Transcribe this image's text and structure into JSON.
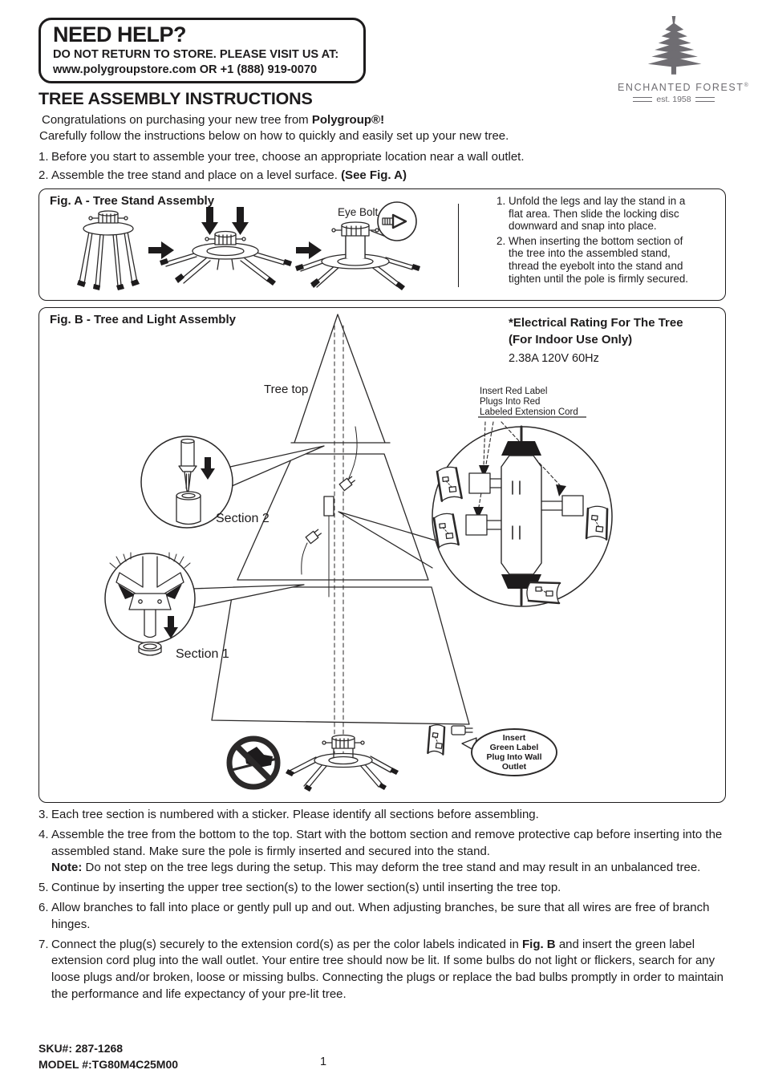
{
  "help_box": {
    "title": "NEED HELP?",
    "line1": "DO NOT RETURN TO STORE. PLEASE VISIT US AT:",
    "line2": "www.polygroupstore.com OR +1 (888) 919-0070"
  },
  "logo": {
    "brand": "ENCHANTED FOREST",
    "reg": "®",
    "est": "est. 1958"
  },
  "title": "TREE ASSEMBLY INSTRUCTIONS",
  "intro": {
    "line1_pre": "Congratulations on purchasing your new tree from ",
    "line1_bold": "Polygroup®!",
    "line2": "Carefully follow the instructions below on how to quickly and easily set up your new tree."
  },
  "steps_top": {
    "s1_num": "1.",
    "s1": "Before you start to assemble your tree, choose an appropriate location near a wall outlet.",
    "s2_num": "2.",
    "s2_pre": "Assemble the tree stand and place on a level surface. ",
    "s2_bold": "(See Fig. A)"
  },
  "fig_a": {
    "title": "Fig. A - Tree Stand Assembly",
    "eye_bolt": "Eye Bolt",
    "s1_num": "1.",
    "s1": "Unfold the legs and lay the stand in a flat area. Then slide the locking disc downward and snap into place.",
    "s2_num": "2.",
    "s2": "When inserting the bottom section of the tree into the assembled stand, thread the eyebolt into the stand and tighten until the pole is firmly secured."
  },
  "fig_b": {
    "title": "Fig. B - Tree and Light Assembly",
    "electrical1": "*Electrical Rating For The Tree",
    "electrical2": "(For Indoor Use Only)",
    "electrical3": "2.38A 120V 60Hz",
    "tree_top": "Tree top",
    "section2": "Section 2",
    "section1": "Section 1",
    "red_note1": "Insert Red Label",
    "red_note2": "Plugs Into Red",
    "red_note3": "Labeled Extension Cord",
    "green1": "Insert",
    "green2": "Green Label",
    "green3": "Plug Into Wall",
    "green4": "Outlet"
  },
  "steps_bottom": {
    "s3_num": "3.",
    "s3": "Each tree section is numbered with a sticker. Please identify all sections before assembling.",
    "s4_num": "4.",
    "s4": "Assemble the tree from the bottom to the top. Start with the bottom section and remove protective cap before inserting into the assembled stand. Make sure the pole is firmly inserted and secured into the stand.",
    "s4_note_label": "Note:",
    "s4_note": " Do not step on the tree legs during the setup. This may deform the tree stand and may result in an unbalanced tree.",
    "s5_num": "5.",
    "s5": "Continue by inserting the upper tree section(s) to the lower section(s) until inserting the tree top.",
    "s6_num": "6.",
    "s6": "Allow branches to fall into place or gently pull up and out. When adjusting branches, be sure that all wires are free of branch hinges.",
    "s7_num": "7.",
    "s7_pre": "Connect the plug(s) securely to the extension cord(s) as per the color labels indicated in ",
    "s7_bold": "Fig. B",
    "s7_post": " and insert the green label extension cord plug into the wall outlet. Your entire tree should now be lit. If some bulbs do not light or flickers, search for any loose plugs and/or broken, loose or missing bulbs. Connecting the plugs or replace the bad bulbs promptly in order to maintain the performance and life expectancy of your pre-lit tree."
  },
  "footer": {
    "sku": "SKU#: 287-1268",
    "model": "MODEL #:TG80M4C25M00",
    "page": "1"
  }
}
